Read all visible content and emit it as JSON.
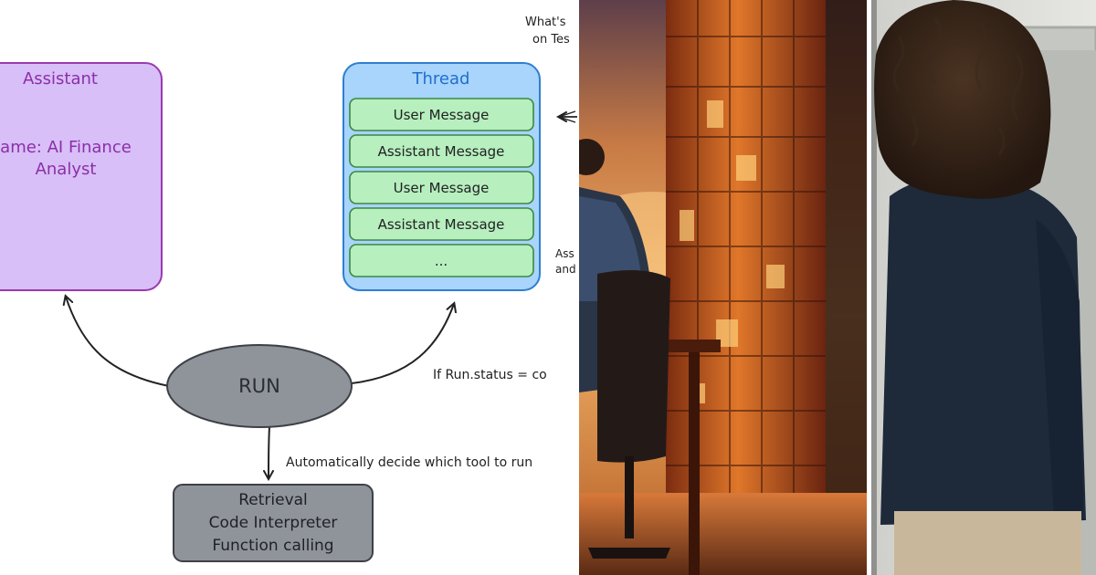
{
  "diagram": {
    "assistant_box": {
      "title": "Assistant",
      "name_line1": "ame: AI Finance",
      "name_line2": "Analyst",
      "fill": "#d8bff7",
      "stroke": "#9b3ab0",
      "text_color": "#8b2fa8"
    },
    "thread_box": {
      "title": "Thread",
      "fill": "#a9d4fb",
      "stroke": "#2f7fd0",
      "title_color": "#1f6fcf",
      "messages": [
        "User Message",
        "Assistant Message",
        "User Message",
        "Assistant Message",
        "..."
      ],
      "message_fill": "#b7efbf",
      "message_stroke": "#3a8a40"
    },
    "run_node": {
      "label": "RUN",
      "fill": "#8f949a",
      "stroke": "#3d4046"
    },
    "tools_box": {
      "lines": [
        "Retrieval",
        "Code Interpreter",
        "Function calling"
      ],
      "fill": "#8f949a",
      "stroke": "#3d4046"
    },
    "annotations": {
      "tool_choice": "Automatically decide which tool to run",
      "run_status": "If Run.status = co",
      "question_line1": "What's",
      "question_line2": "on Tes",
      "side_note_line1": "Ass",
      "side_note_line2": "and"
    }
  },
  "photos": {
    "left_scene_colors": [
      "#f2b46a",
      "#d86a1e",
      "#7b2c10",
      "#2a3548"
    ],
    "right_scene_colors": [
      "#dcdcd9",
      "#1e2a3a",
      "#3a2a1e",
      "#c9b79c"
    ]
  }
}
